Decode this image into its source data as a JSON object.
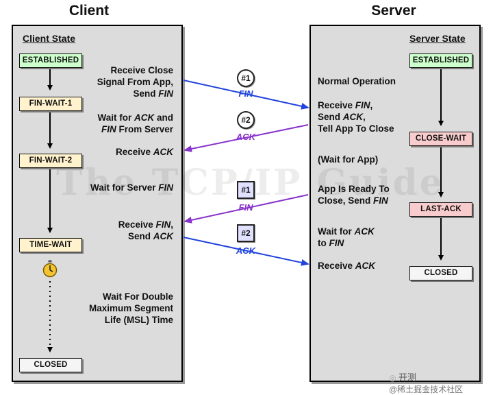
{
  "titles": {
    "client": "Client",
    "server": "Server"
  },
  "client": {
    "panel_title": "Client State",
    "states": {
      "established": "ESTABLISHED",
      "fin_wait_1": "FIN-WAIT-1",
      "fin_wait_2": "FIN-WAIT-2",
      "time_wait": "TIME-WAIT",
      "closed": "CLOSED"
    },
    "descriptions": {
      "d1": [
        "Receive Close",
        "Signal From App,",
        "Send FIN"
      ],
      "d2": [
        "Wait for ACK and",
        "FIN From Server"
      ],
      "d3": "Receive ACK",
      "d4": "Wait for Server FIN",
      "d5": [
        "Receive FIN,",
        "Send ACK"
      ],
      "d6": [
        "Wait For Double",
        "Maximum Segment",
        "Life (MSL) Time"
      ]
    }
  },
  "server": {
    "panel_title": "Server State",
    "states": {
      "established": "ESTABLISHED",
      "close_wait": "CLOSE-WAIT",
      "last_ack": "LAST-ACK",
      "closed": "CLOSED"
    },
    "descriptions": {
      "d1": "Normal Operation",
      "d2": [
        "Receive FIN,",
        "Send ACK,",
        "Tell App To Close"
      ],
      "d3": "(Wait for App)",
      "d4": [
        "App Is Ready To",
        "Close, Send FIN"
      ],
      "d5": [
        "Wait for ACK",
        "to FIN"
      ],
      "d6": "Receive ACK"
    }
  },
  "messages": [
    {
      "seq": "#1",
      "label": "FIN",
      "color": "#2244dd"
    },
    {
      "seq": "#2",
      "label": "ACK",
      "color": "#8833cc"
    },
    {
      "seq": "#1",
      "label": "FIN",
      "color": "#8833cc"
    },
    {
      "seq": "#2",
      "label": "ACK",
      "color": "#2244dd"
    }
  ],
  "watermark": "The TCP/IP Guide",
  "footer": "@稀土掘金技术社区",
  "footer_brand": "开测"
}
